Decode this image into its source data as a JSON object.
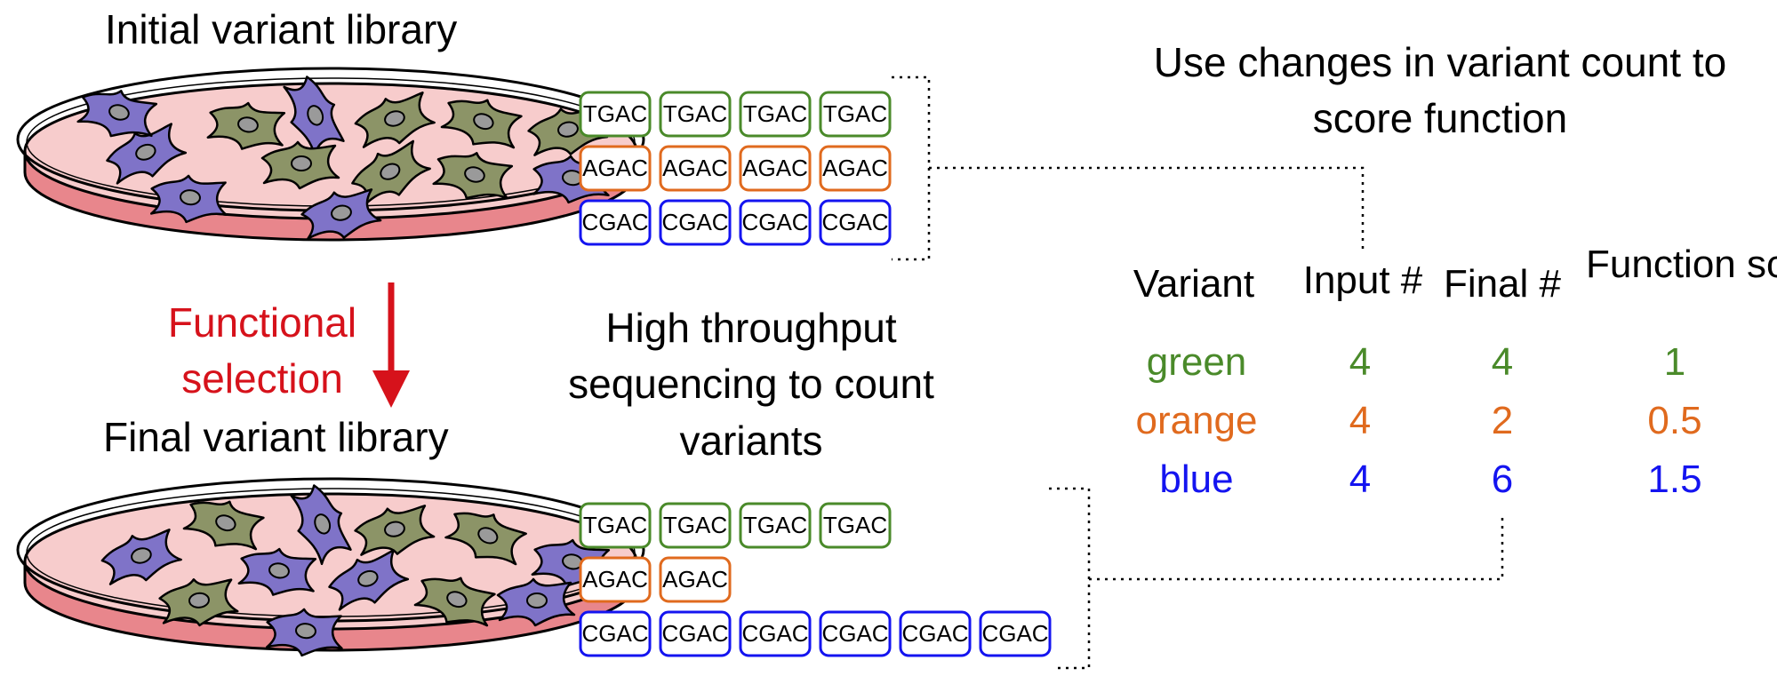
{
  "titles": {
    "initial_library": "Initial variant library",
    "final_library": "Final variant library",
    "functional_selection": "Functional selection",
    "sequencing": "High throughput sequencing to count variants",
    "use_changes": "Use changes in variant count to score function"
  },
  "table": {
    "headers": {
      "variant": "Variant",
      "input": "Input #",
      "final": "Final #",
      "function_score": "Function score"
    },
    "rows": [
      {
        "variant": "green",
        "input": "4",
        "final": "4",
        "score": "1",
        "color": "#4a8a2a"
      },
      {
        "variant": "orange",
        "input": "4",
        "final": "2",
        "score": "0.5",
        "color": "#e06a1e"
      },
      {
        "variant": "blue",
        "input": "4",
        "final": "6",
        "score": "1.5",
        "color": "#1414f0"
      }
    ]
  },
  "reads": {
    "initial": [
      {
        "seq": "TGAC",
        "count": 4,
        "color": "#4a8a2a"
      },
      {
        "seq": "AGAC",
        "count": 4,
        "color": "#e06a1e"
      },
      {
        "seq": "CGAC",
        "count": 4,
        "color": "#1414f0"
      }
    ],
    "final": [
      {
        "seq": "TGAC",
        "count": 4,
        "color": "#4a8a2a"
      },
      {
        "seq": "AGAC",
        "count": 2,
        "color": "#e06a1e"
      },
      {
        "seq": "CGAC",
        "count": 6,
        "color": "#1414f0"
      }
    ]
  },
  "colors": {
    "selection_arrow": "#d6121b",
    "dish_fill": "#f7cccc",
    "dish_side": "#e8868c",
    "cell_green": "#8c9467",
    "cell_purple": "#7f73c8",
    "cell_peach": "#e8b39a",
    "nucleus": "#9a9a9a"
  }
}
